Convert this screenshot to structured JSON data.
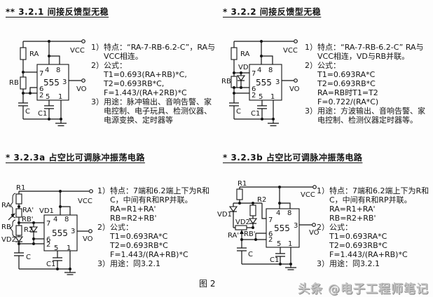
{
  "page": {
    "caption": "图 2",
    "watermark": "头条 @电子工程师笔记",
    "ink_color": "#141414",
    "watermark_color": "#c3c3c3"
  },
  "chip": {
    "name": "555",
    "p1": "1",
    "p2": "2",
    "p3": "3",
    "p4": "4",
    "p5": "5",
    "p6": "6",
    "p7": "7",
    "p8": "8"
  },
  "signals": {
    "vcc": "VCC",
    "vo": "VO"
  },
  "sections": [
    {
      "title": "** 3.2.1 间接反馈型无稳",
      "labels": {
        "ra": "RA",
        "rb": "RB",
        "c": "C",
        "c1": "C1"
      },
      "items": [
        {
          "m": "1）",
          "t": "特点：“RA-7-RB-6.2-C”，RA与VCC相连。"
        },
        {
          "m": "2）",
          "t": "公式："
        },
        {
          "m": "",
          "t": "T1=0.693(RA+RB)*C,"
        },
        {
          "m": "",
          "t": "T2=0.693RB*C,"
        },
        {
          "m": "",
          "t": "F=1.443/(RA+2RB)*C"
        },
        {
          "m": "3）",
          "t": "用途：脉冲输出、音响告警、家电控制、电子玩具、检测仪器、电源变换、定时器等"
        }
      ]
    },
    {
      "title": "* 3.2.2 间接反馈型无稳",
      "labels": {
        "ra": "RA",
        "vd": "VD",
        "rb": "RB",
        "c": "C",
        "c1": "C1"
      },
      "items": [
        {
          "m": "1）",
          "t": "特点：“RA-7-RB-6.2-C” RA与VCC相连，VD与RB并联。"
        },
        {
          "m": "2）",
          "t": "公式："
        },
        {
          "m": "",
          "t": "T1=0.693RA*C"
        },
        {
          "m": "",
          "t": "T2=0.693RB*C"
        },
        {
          "m": "",
          "t": "RA=RB时T1=T2"
        },
        {
          "m": "",
          "t": "F=0.722/(RA*C)"
        },
        {
          "m": "3）",
          "t": "用途：方波输出、音响告警、家电控制、检测仪器定时器等。"
        }
      ]
    },
    {
      "title": "* 3.2.3a 占空比可调脉冲振荡电路",
      "labels": {
        "r1": "R1",
        "ra_prime": "RA'",
        "rb_prime": "RB'",
        "r2": "R2",
        "ra": "RA",
        "rb": "RB",
        "vd1": "VD1",
        "vd2": "VD2",
        "c": "C",
        "c1": "C1"
      },
      "items": [
        {
          "m": "1）",
          "t": "特点：7端和6.2端上下为R和C，中间有R和RP并联。"
        },
        {
          "m": "",
          "t": "RA=R1+RA'"
        },
        {
          "m": "",
          "t": "RB=R2+RB'"
        },
        {
          "m": "2）",
          "t": "公式："
        },
        {
          "m": "",
          "t": "T1=0.693RA*C"
        },
        {
          "m": "",
          "t": "T2=0.693RB*C"
        },
        {
          "m": "",
          "t": "F=1.443/(RA+RB)*C"
        },
        {
          "m": "3）",
          "t": "用途：同3.2.1"
        }
      ]
    },
    {
      "title": "* 3.2.3b 占空比可调脉冲振荡电路",
      "labels": {
        "r1": "R1",
        "r2": "R2",
        "vd1": "VD1",
        "vd2": "VD2",
        "ra_prime": "RA'",
        "rb_prime": "RB'",
        "c": "C",
        "c1": "C1"
      },
      "items": [
        {
          "m": "1）",
          "t": "特点：7端和6.2端上下为R和C，中间有R和RP并联。"
        },
        {
          "m": "",
          "t": "RA=R1+RA'"
        },
        {
          "m": "",
          "t": "RB=R2+RB'"
        },
        {
          "m": "2）",
          "t": "公式："
        },
        {
          "m": "",
          "t": "T1=0.693RA*C"
        },
        {
          "m": "",
          "t": "T2=0.693RB*C"
        },
        {
          "m": "",
          "t": "F=1.443/(RA+RB)*C"
        },
        {
          "m": "3）",
          "t": "用途：同3.2.1"
        }
      ]
    }
  ]
}
